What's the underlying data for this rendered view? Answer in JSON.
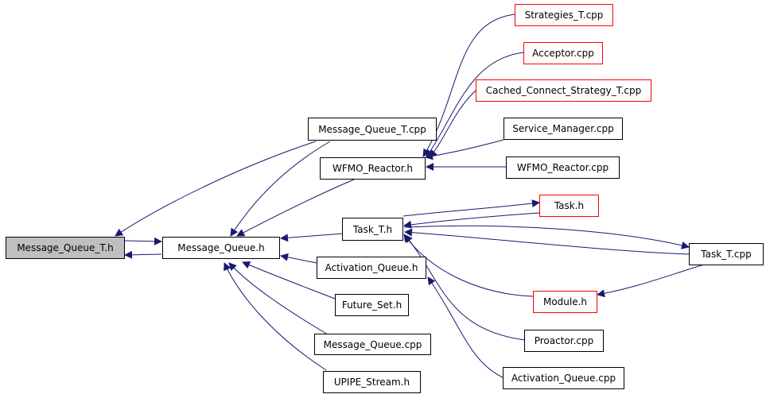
{
  "colors": {
    "edge": "#191970",
    "normal_border": "#000000",
    "external_border": "#ff0000",
    "root_fill": "#bfbfbf"
  },
  "nodes": {
    "message_queue_t_h": "Message_Queue_T.h",
    "message_queue_h": "Message_Queue.h",
    "message_queue_t_cpp": "Message_Queue_T.cpp",
    "wfmo_reactor_h": "WFMO_Reactor.h",
    "task_t_h": "Task_T.h",
    "activation_queue_h": "Activation_Queue.h",
    "future_set_h": "Future_Set.h",
    "message_queue_cpp": "Message_Queue.cpp",
    "upipe_stream_h": "UPIPE_Stream.h",
    "strategies_t_cpp": "Strategies_T.cpp",
    "acceptor_cpp": "Acceptor.cpp",
    "cached_connect_strategy_t_cpp": "Cached_Connect_Strategy_T.cpp",
    "service_manager_cpp": "Service_Manager.cpp",
    "wfmo_reactor_cpp": "WFMO_Reactor.cpp",
    "task_h": "Task.h",
    "task_t_cpp": "Task_T.cpp",
    "module_h": "Module.h",
    "proactor_cpp": "Proactor.cpp",
    "activation_queue_cpp": "Activation_Queue.cpp"
  }
}
